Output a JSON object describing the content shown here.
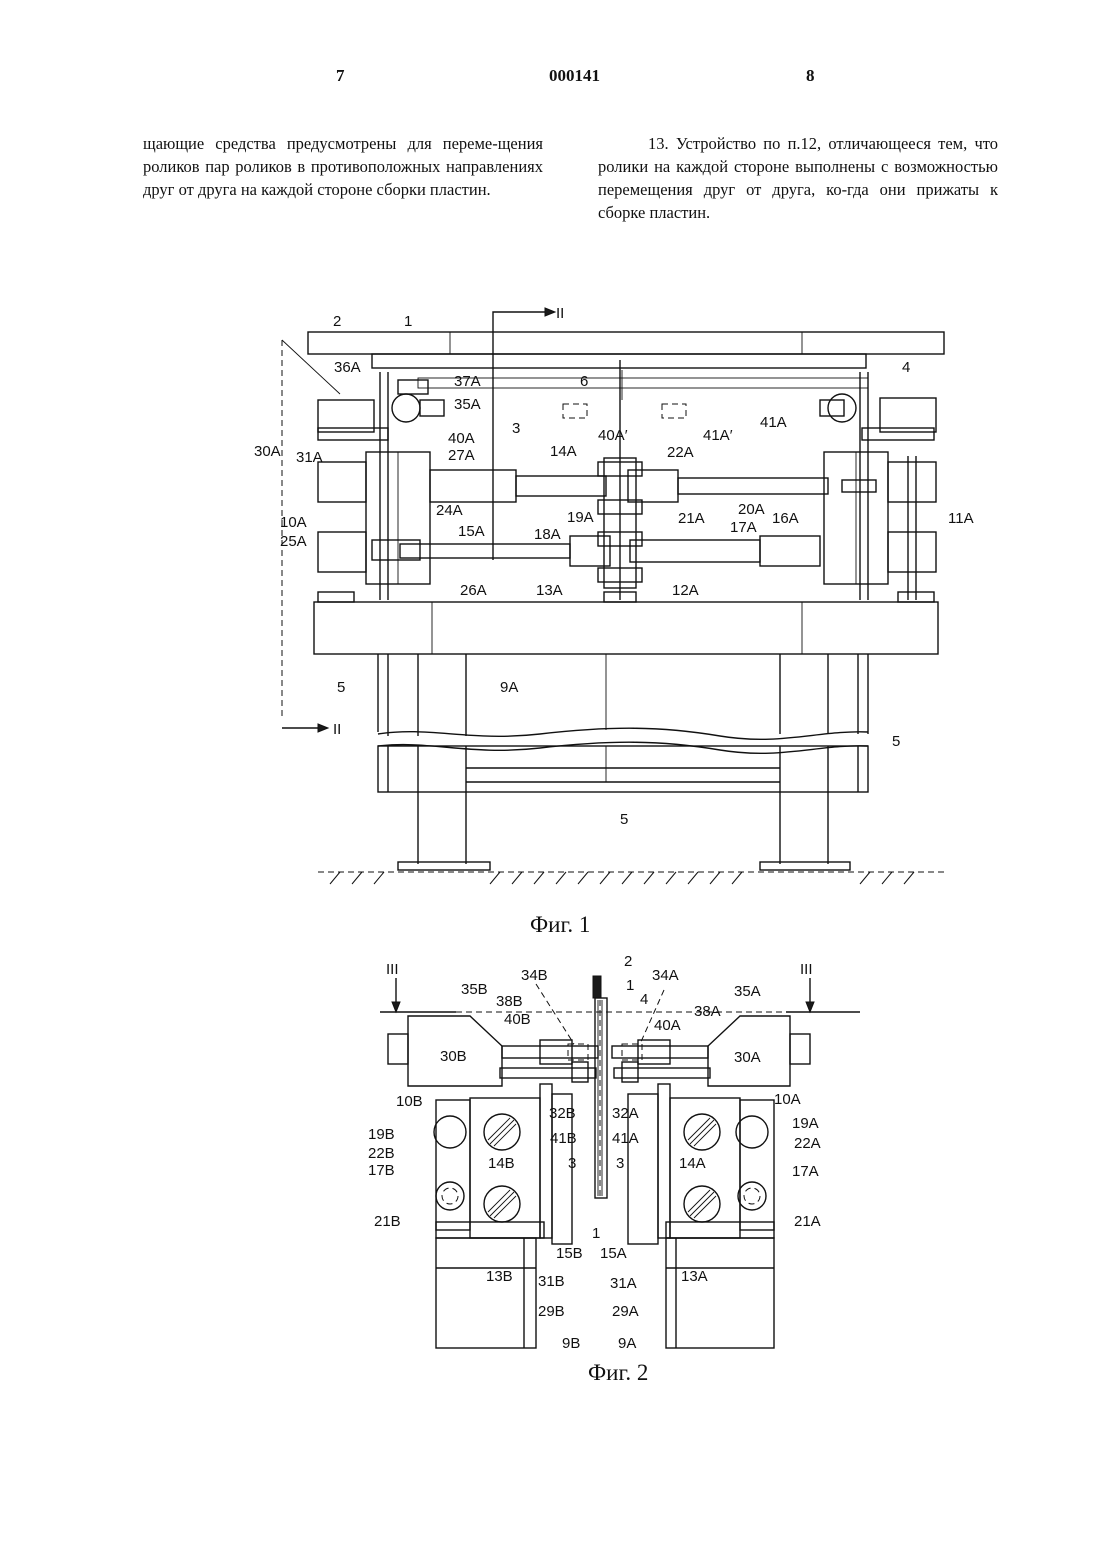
{
  "header": {
    "page_left": "7",
    "doc_number": "000141",
    "page_right": "8"
  },
  "columns": {
    "left": "щающие средства предусмотрены для переме-щения роликов пар роликов в противоположных направлениях друг от друга на каждой стороне сборки пластин.",
    "right": "13. Устройство по п.12, отличающееся тем, что ролики на каждой стороне выполнены с возможностью перемещения друг от друга, ко-гда они прижаты к сборке пластин."
  },
  "figure1": {
    "caption": "Фиг. 1",
    "labels": {
      "l_2": "2",
      "l_1": "1",
      "l_II_top": "II",
      "l_36A": "36A",
      "l_37A": "37A",
      "l_6": "6",
      "l_4": "4",
      "l_35A": "35A",
      "l_40A": "40A",
      "l_3": "3",
      "l_40Ap": "40A′",
      "l_41Ap": "41A′",
      "l_41A": "41A",
      "l_30A": "30A",
      "l_31A": "31A",
      "l_27A": "27A",
      "l_14A": "14A",
      "l_22A": "22A",
      "l_10A": "10A",
      "l_25A": "25A",
      "l_24A": "24A",
      "l_19A": "19A",
      "l_20A": "20A",
      "l_16A": "16A",
      "l_11A": "11A",
      "l_15A": "15A",
      "l_18A": "18A",
      "l_21A": "21A",
      "l_17A": "17A",
      "l_26A": "26A",
      "l_13A": "13A",
      "l_12A": "12A",
      "l_5a": "5",
      "l_9A": "9A",
      "l_II_bot": "II",
      "l_5b": "5",
      "l_5c": "5"
    }
  },
  "figure2": {
    "caption": "Фиг. 2",
    "labels": {
      "l_IIIl": "III",
      "l_IIIr": "III",
      "l_2": "2",
      "l_34B": "34B",
      "l_34A": "34A",
      "l_35B": "35B",
      "l_38B": "38B",
      "l_1t": "1",
      "l_4": "4",
      "l_40B": "40B",
      "l_40A": "40A",
      "l_38A": "38A",
      "l_35A": "35A",
      "l_30B": "30B",
      "l_30A": "30A",
      "l_10B": "10B",
      "l_10A": "10A",
      "l_32B": "32B",
      "l_32A": "32A",
      "l_41B": "41B",
      "l_41A": "41A",
      "l_3l": "3",
      "l_3r": "3",
      "l_19B": "19B",
      "l_22B": "22B",
      "l_14B": "14B",
      "l_14A": "14A",
      "l_19A": "19A",
      "l_22A": "22A",
      "l_17B": "17B",
      "l_17A": "17A",
      "l_21B": "21B",
      "l_21A": "21A",
      "l_1b": "1",
      "l_15B": "15B",
      "l_15A": "15A",
      "l_13B": "13B",
      "l_13A": "13A",
      "l_31B": "31B",
      "l_31A": "31A",
      "l_29B": "29B",
      "l_29A": "29A",
      "l_9B": "9B",
      "l_9A": "9A"
    }
  }
}
